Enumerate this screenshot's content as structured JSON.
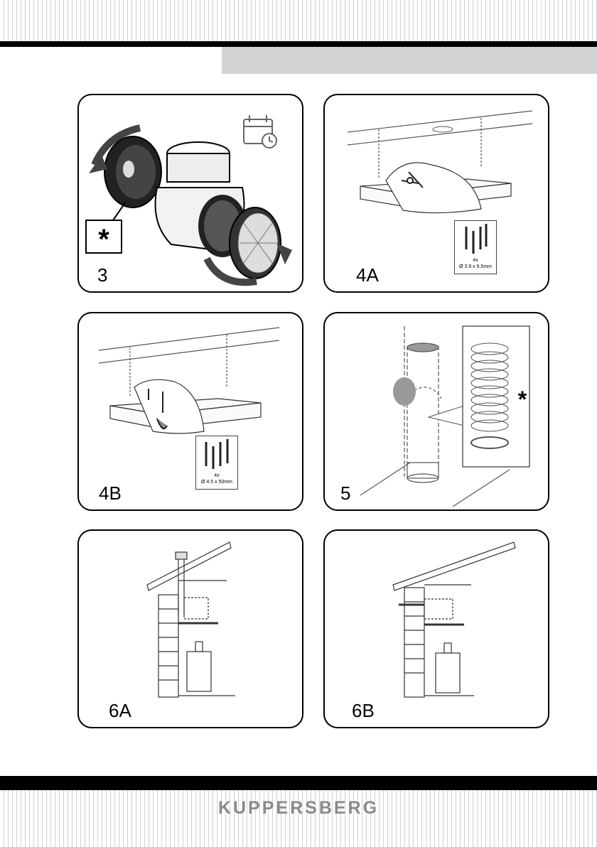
{
  "brand": "KUPPERSBERG",
  "panels": [
    {
      "step": "3",
      "marker": "*"
    },
    {
      "step": "4A",
      "screw_qty": "4x",
      "screw_size": "Ø 3.9 x 9.5mm"
    },
    {
      "step": "4B",
      "screw_qty": "4x",
      "screw_size": "Ø 4.5 x 50mm"
    },
    {
      "step": "5",
      "marker": "*"
    },
    {
      "step": "6A"
    },
    {
      "step": "6B"
    }
  ]
}
